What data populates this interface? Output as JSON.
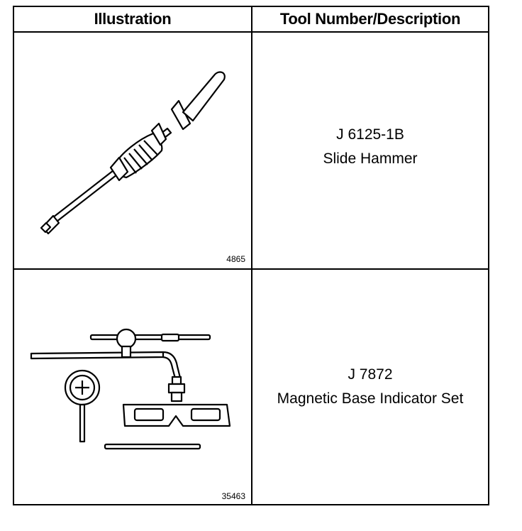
{
  "table": {
    "headers": {
      "illustration": "Illustration",
      "tool": "Tool Number/Description"
    },
    "rows": [
      {
        "figure_number": "4865",
        "tool_number": "J 6125-1B",
        "description": "Slide Hammer",
        "illustration_icon": "slide-hammer-icon"
      },
      {
        "figure_number": "35463",
        "tool_number": "J 7872",
        "description": "Magnetic Base Indicator Set",
        "illustration_icon": "magnetic-base-indicator-icon"
      }
    ]
  }
}
